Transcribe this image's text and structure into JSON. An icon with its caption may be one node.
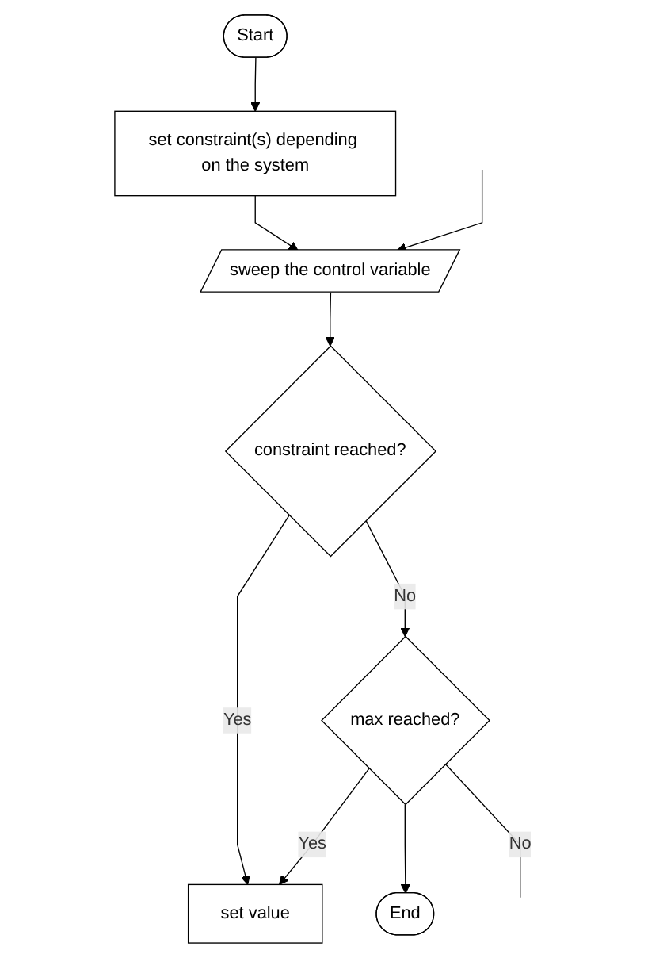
{
  "diagram": {
    "nodes": [
      {
        "text": [
          "Start"
        ]
      },
      {
        "text": [
          "set constraint(s) depending on the system"
        ]
      },
      {
        "text": [
          "sweep the control variable"
        ]
      },
      {
        "text": [
          "constraint reached?"
        ]
      },
      {
        "text": [
          "set value"
        ]
      },
      {
        "text": [
          "max reached?"
        ]
      },
      {
        "text": [
          "End"
        ]
      }
    ],
    "edges": [
      {
        "from": 0,
        "to": 1,
        "arrow": "to"
      },
      {
        "from": 1,
        "to": 2,
        "arrow": "to"
      },
      {
        "from": null,
        "to": 2,
        "arrow": "to"
      },
      {
        "from": 2,
        "to": 3,
        "arrow": "to"
      },
      {
        "from": 3,
        "to": 4,
        "label": "Yes",
        "arrow": "to"
      },
      {
        "from": 3,
        "to": 5,
        "label": "No",
        "arrow": "to"
      },
      {
        "from": 5,
        "to": 4,
        "label": "Yes",
        "arrow": "to"
      },
      {
        "from": 5,
        "to": 6,
        "arrow": "to"
      },
      {
        "from": 5,
        "to": null,
        "label": "No",
        "arrow": "none"
      }
    ]
  }
}
